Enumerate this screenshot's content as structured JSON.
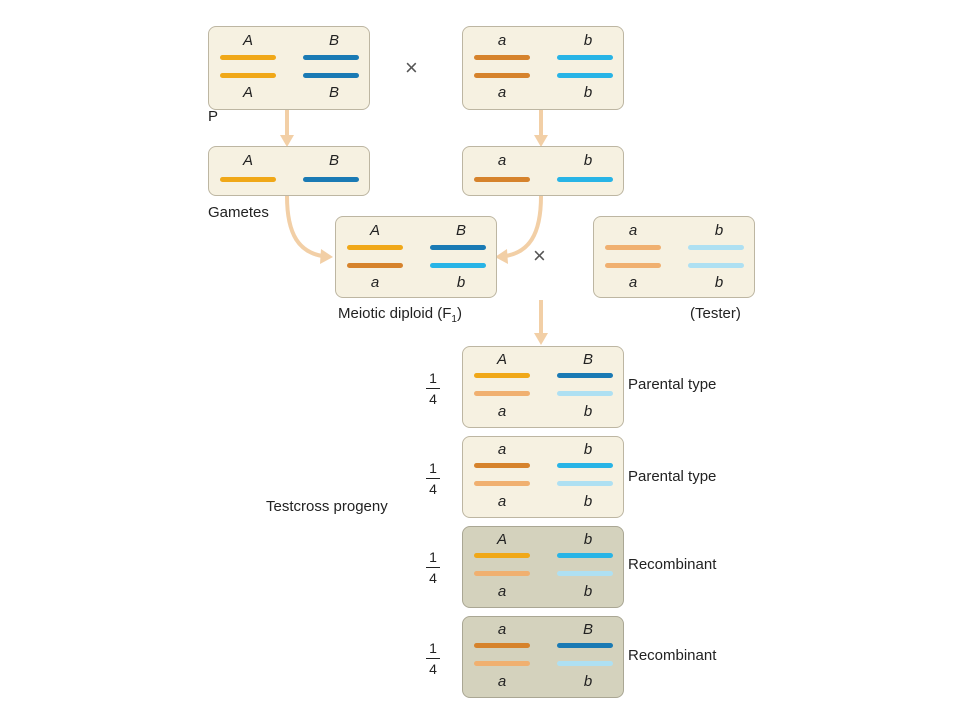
{
  "colors": {
    "A": "#f0a818",
    "a": "#d6832c",
    "a_light": "#f0b070",
    "B": "#1a7ab4",
    "b": "#28b4e6",
    "b_light": "#aee0f2",
    "box_fill": "#f6f1e1",
    "recombinant_fill": "#d4d2bd",
    "arrow": "#f2cfa6"
  },
  "cross_symbol": "×",
  "labels": {
    "p": "P",
    "gametes": "Gametes",
    "meiotic_diploid": "Meiotic diploid (F",
    "meiotic_diploid_sub": "1",
    "meiotic_diploid_close": ")",
    "tester": "(Tester)",
    "testcross_progeny": "Testcross progeny"
  },
  "parents": [
    {
      "top": [
        "A",
        "B"
      ],
      "bottom": [
        "A",
        "B"
      ]
    },
    {
      "top": [
        "a",
        "b"
      ],
      "bottom": [
        "a",
        "b"
      ]
    }
  ],
  "gametes": [
    {
      "alleles": [
        "A",
        "B"
      ]
    },
    {
      "alleles": [
        "a",
        "b"
      ]
    }
  ],
  "f1": {
    "top": [
      "A",
      "B"
    ],
    "bottom": [
      "a",
      "b"
    ]
  },
  "tester": {
    "top": [
      "a",
      "b"
    ],
    "bottom": [
      "a",
      "b"
    ]
  },
  "progeny": [
    {
      "fraction_num": "1",
      "fraction_den": "4",
      "top": [
        "A",
        "B"
      ],
      "bottom": [
        "a",
        "b"
      ],
      "type": "Parental type"
    },
    {
      "fraction_num": "1",
      "fraction_den": "4",
      "top": [
        "a",
        "b"
      ],
      "bottom": [
        "a",
        "b"
      ],
      "type": "Parental type"
    },
    {
      "fraction_num": "1",
      "fraction_den": "4",
      "top": [
        "A",
        "b"
      ],
      "bottom": [
        "a",
        "b"
      ],
      "type": "Recombinant"
    },
    {
      "fraction_num": "1",
      "fraction_den": "4",
      "top": [
        "a",
        "B"
      ],
      "bottom": [
        "a",
        "b"
      ],
      "type": "Recombinant"
    }
  ]
}
